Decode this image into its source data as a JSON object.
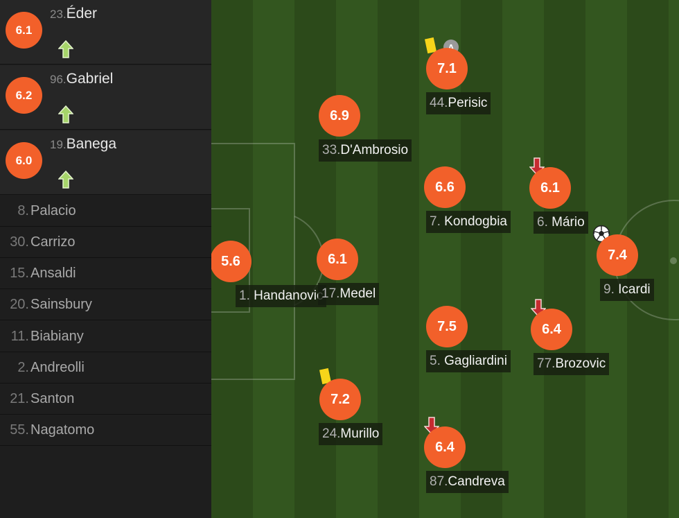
{
  "substitutes_in": [
    {
      "number": "23.",
      "name": "Éder",
      "rating": "6.1"
    },
    {
      "number": "96.",
      "name": "Gabriel",
      "rating": "6.2"
    },
    {
      "number": "19.",
      "name": "Banega",
      "rating": "6.0"
    }
  ],
  "bench": [
    {
      "number": "8.",
      "name": "Palacio"
    },
    {
      "number": "30.",
      "name": "Carrizo"
    },
    {
      "number": "15.",
      "name": "Ansaldi"
    },
    {
      "number": "20.",
      "name": "Sainsbury"
    },
    {
      "number": "11.",
      "name": "Biabiany"
    },
    {
      "number": "2.",
      "name": "Andreolli"
    },
    {
      "number": "21.",
      "name": "Santon"
    },
    {
      "number": "55.",
      "name": "Nagatomo"
    }
  ],
  "players": [
    {
      "key": "handanovic",
      "number": "1.",
      "name": "Handanovic",
      "rating": "5.6",
      "events": []
    },
    {
      "key": "medel",
      "number": "17.",
      "name": "Medel",
      "rating": "6.1",
      "events": []
    },
    {
      "key": "dambrosio",
      "number": "33.",
      "name": "D'Ambrosio",
      "rating": "6.9",
      "events": []
    },
    {
      "key": "murillo",
      "number": "24.",
      "name": "Murillo",
      "rating": "7.2",
      "events": [
        "yellow-card"
      ]
    },
    {
      "key": "perisic",
      "number": "44.",
      "name": "Perisic",
      "rating": "7.1",
      "events": [
        "yellow-card",
        "assist"
      ]
    },
    {
      "key": "kondogbia",
      "number": "7.",
      "name": "Kondogbia",
      "rating": "6.6",
      "events": []
    },
    {
      "key": "gagliardini",
      "number": "5.",
      "name": "Gagliardini",
      "rating": "7.5",
      "events": []
    },
    {
      "key": "candreva",
      "number": "87.",
      "name": "Candreva",
      "rating": "6.4",
      "events": [
        "substituted-off"
      ]
    },
    {
      "key": "mario",
      "number": "6.",
      "name": "Mário",
      "rating": "6.1",
      "events": [
        "substituted-off"
      ]
    },
    {
      "key": "brozovic",
      "number": "77.",
      "name": "Brozovic",
      "rating": "6.4",
      "events": [
        "substituted-off"
      ]
    },
    {
      "key": "icardi",
      "number": "9.",
      "name": "Icardi",
      "rating": "7.4",
      "events": [
        "goal"
      ]
    }
  ],
  "assist_letter": "A",
  "colors": {
    "rating_badge": "#f2602a",
    "pitch_dark": "#2c4a1a",
    "pitch_light": "#33561f",
    "sub_in_arrow": "#a6d46a",
    "sub_out_arrow": "#c62b30",
    "yellow_card": "#f7d51a"
  },
  "icons": {
    "sub_in": "arrow-up-icon",
    "sub_out": "arrow-down-icon",
    "goal": "football-icon",
    "yellow": "yellow-card-icon",
    "assist": "assist-icon"
  }
}
